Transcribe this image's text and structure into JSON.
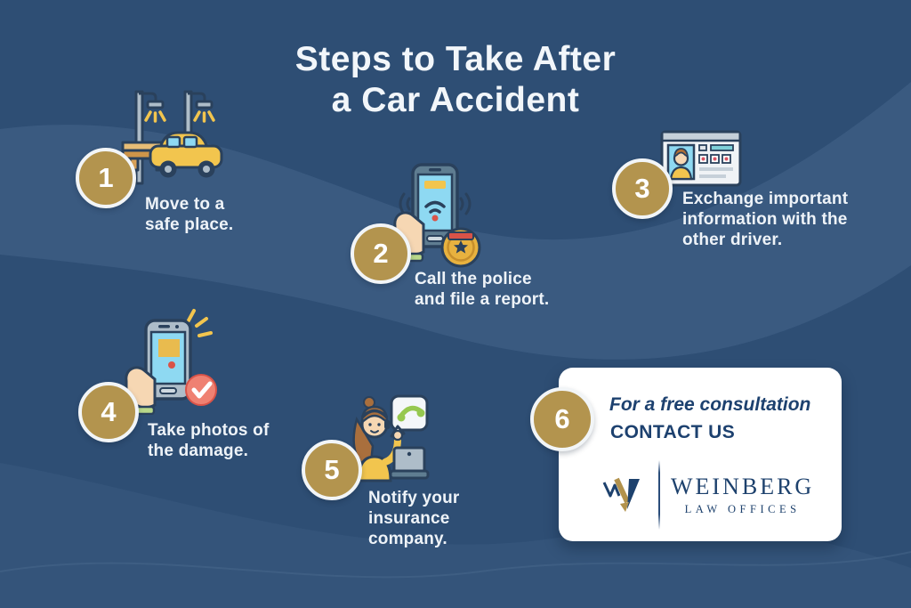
{
  "title": {
    "line1": "Steps to Take After",
    "line2": "a Car Accident"
  },
  "steps": [
    {
      "number": "1",
      "icon": "car-under-street-lamps",
      "lines": [
        "Move to a",
        "safe place."
      ]
    },
    {
      "number": "2",
      "icon": "phone-call-police-badge",
      "lines": [
        "Call the police",
        "and file a report."
      ]
    },
    {
      "number": "3",
      "icon": "driver-id-card",
      "lines": [
        "Exchange important",
        "information with the",
        "other driver."
      ]
    },
    {
      "number": "4",
      "icon": "phone-camera-check",
      "lines": [
        "Take photos of",
        "the damage."
      ]
    },
    {
      "number": "5",
      "icon": "insurance-agent-headset",
      "lines": [
        "Notify your",
        "insurance",
        "company."
      ]
    },
    {
      "number": "6",
      "icon": "law-firm-contact-card",
      "consultation": "For a free consultation",
      "contact": "CONTACT US",
      "brand_name": "WEINBERG",
      "brand_subtitle": "LAW OFFICES"
    }
  ],
  "colors": {
    "background": "#2e4e74",
    "wave": "#3a5a80",
    "step_circle_gold": "#b3944e",
    "circle_ring": "#f2f5f7",
    "body_text": "#eef3f8",
    "navy_text": "#1d416f",
    "card_background": "#ffffff",
    "accent_yellow": "#f2c54e",
    "accent_salmon": "#ef8172",
    "accent_green": "#96c84f"
  }
}
